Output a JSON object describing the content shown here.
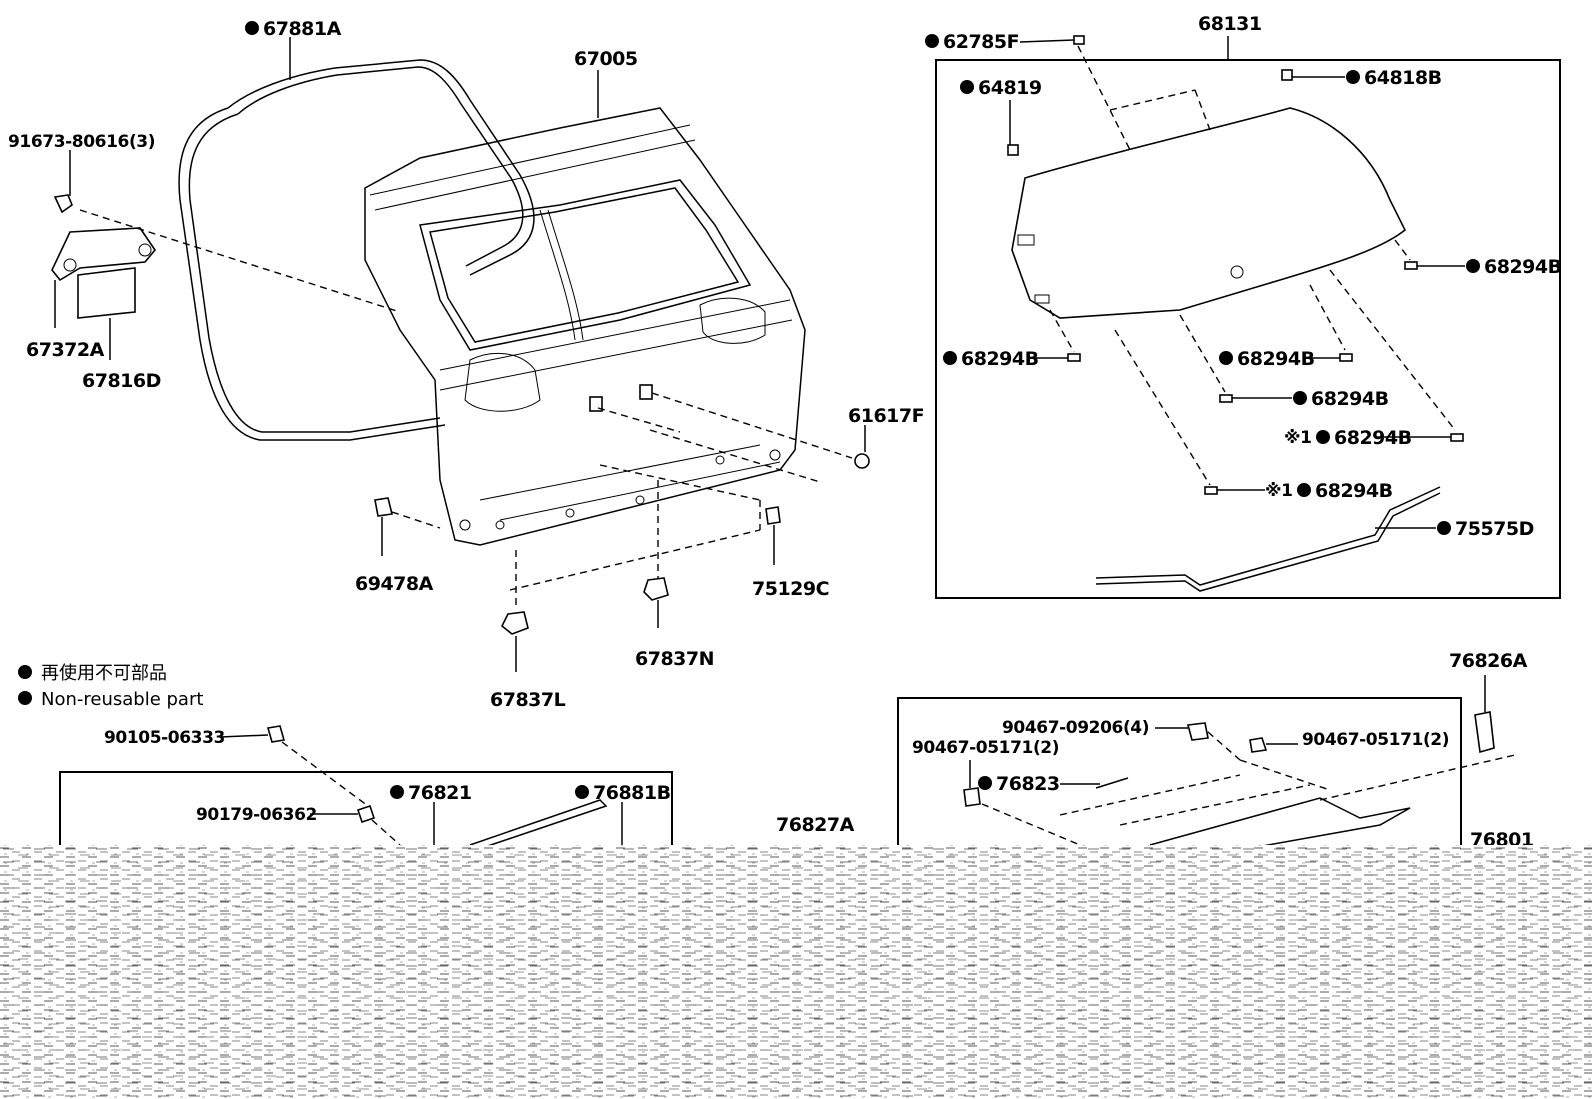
{
  "labels": {
    "p67881A": "67881A",
    "p67005": "67005",
    "p91673": "91673-80616(3)",
    "p67372A": "67372A",
    "p67816D": "67816D",
    "p61617F": "61617F",
    "p69478A": "69478A",
    "p75129C": "75129C",
    "p67837N": "67837N",
    "p67837L": "67837L",
    "p62785F": "62785F",
    "p68131": "68131",
    "p64819": "64819",
    "p64818B": "64818B",
    "p68294B_r": "68294B",
    "p68294B_l": "68294B",
    "p68294B_m": "68294B",
    "p68294B_m2": "68294B",
    "p68294B_x1": "68294B",
    "p68294B_x2": "68294B",
    "p75575D": "75575D",
    "p90105": "90105-06333",
    "p90179": "90179-06362",
    "p76821": "76821",
    "p76881B": "76881B",
    "p76827A": "76827A",
    "p76826A": "76826A",
    "p90467_09206": "90467-09206(4)",
    "p90467_05171_l": "90467-05171(2)",
    "p90467_05171_r": "90467-05171(2)",
    "p76823": "76823",
    "p76801": "76801",
    "mark_x1": "※1"
  },
  "legend": {
    "line_jp": "再使用不可部品",
    "line_en": "Non-reusable part"
  },
  "colors": {
    "ink": "#000000",
    "paper": "#ffffff"
  }
}
